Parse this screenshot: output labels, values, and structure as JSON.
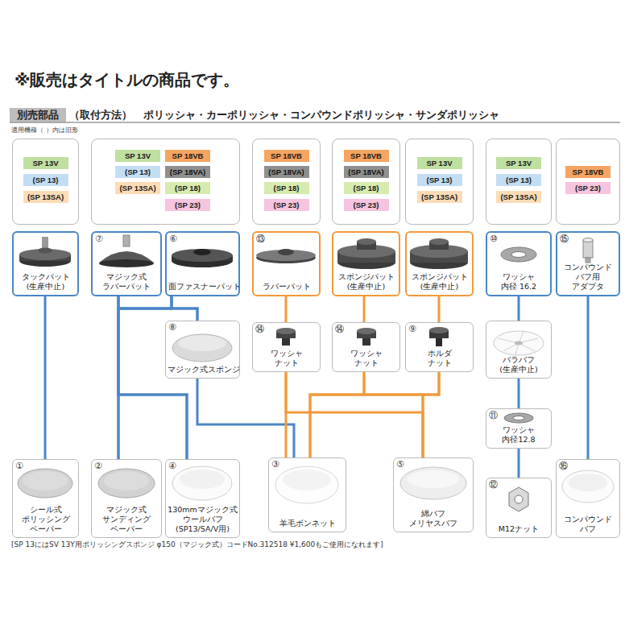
{
  "diagram": {
    "nodes": [
      {
        "text": [
          "別売部品"
        ]
      },
      {
        "text": [
          "SP 13V",
          "(SP 13)",
          "(SP 13SA)"
        ]
      },
      {
        "text": [
          "SP 13V",
          "SP 18VB",
          "(SP 13)",
          "(SP 18VA)",
          "(SP 13SA)",
          "(SP 18)",
          "(SP 23)"
        ]
      },
      {
        "text": [
          "SP 18VB",
          "(SP 18VA)",
          "(SP 18)",
          "(SP 23)"
        ]
      },
      {
        "text": [
          "SP 18VB",
          "(SP 18VA)",
          "(SP 18)",
          "(SP 23)"
        ]
      },
      {
        "text": [
          "SP 13V",
          "(SP 13)",
          "(SP 13SA)"
        ]
      },
      {
        "text": [
          "SP 13V",
          "(SP 13)",
          "(SP 13SA)"
        ]
      },
      {
        "text": [
          "SP 18VB",
          "(SP 23)"
        ]
      },
      {
        "text": [
          "タックパット (生産中止)"
        ]
      },
      {
        "text": [
          "⑦",
          "マジック式 ラバーパット"
        ]
      },
      {
        "text": [
          "⑥",
          "面ファスナーパット"
        ]
      },
      {
        "text": [
          "⑬",
          "ラバーパット"
        ]
      },
      {
        "text": [
          "スポンジパット (生産中止)"
        ]
      },
      {
        "text": [
          "スポンジパット (生産中止)"
        ]
      },
      {
        "text": [
          "⑩",
          "ワッシャ 内径 16.2"
        ]
      },
      {
        "text": [
          "⑮",
          "コンパウンド バフ用 アダプタ"
        ]
      },
      {
        "text": [
          "⑧",
          "マジック式スポンジ"
        ]
      },
      {
        "text": [
          "⑭",
          "ワッシャ ナット"
        ]
      },
      {
        "text": [
          "⑭",
          "ワッシャ ナット"
        ]
      },
      {
        "text": [
          "⑨",
          "ホルダ ナット"
        ]
      },
      {
        "text": [
          "バラバフ (生産中止)"
        ]
      },
      {
        "text": [
          "⑪",
          "ワッシャ 内径12.8"
        ]
      },
      {
        "text": [
          "①",
          "シール式 ポリッシング ペーパー"
        ]
      },
      {
        "text": [
          "②",
          "マジック式 サンディング ペーパー"
        ]
      },
      {
        "text": [
          "④",
          "130mmマジック式 ウールバフ (SP13/SA/V用)"
        ]
      },
      {
        "text": [
          "③",
          "羊毛ボンネット"
        ]
      },
      {
        "text": [
          "⑤",
          "綿バフ メリヤスバフ"
        ]
      },
      {
        "text": [
          "⑫",
          "M12ナット"
        ]
      },
      {
        "text": [
          "⑯",
          "コンパウンド バフ"
        ]
      }
    ],
    "edges": [
      {
        "from": 8,
        "to": 22,
        "arrow": "none"
      },
      {
        "from": 9,
        "to": 23,
        "arrow": "none"
      },
      {
        "from": 9,
        "to": 16,
        "arrow": "none"
      },
      {
        "from": 9,
        "to": 24,
        "arrow": "none"
      },
      {
        "from": 10,
        "to": 23,
        "arrow": "none"
      },
      {
        "from": 10,
        "to": 16,
        "arrow": "none"
      },
      {
        "from": 10,
        "to": 24,
        "arrow": "none"
      },
      {
        "from": 16,
        "to": 25,
        "arrow": "none"
      },
      {
        "from": 11,
        "to": 17,
        "arrow": "none"
      },
      {
        "from": 17,
        "to": 25,
        "arrow": "none"
      },
      {
        "from": 17,
        "to": 26,
        "arrow": "none"
      },
      {
        "from": 12,
        "to": 18,
        "arrow": "none"
      },
      {
        "from": 18,
        "to": 25,
        "arrow": "none"
      },
      {
        "from": 18,
        "to": 26,
        "arrow": "none"
      },
      {
        "from": 13,
        "to": 19,
        "arrow": "none"
      },
      {
        "from": 19,
        "to": 25,
        "arrow": "none"
      },
      {
        "from": 19,
        "to": 26,
        "arrow": "none"
      },
      {
        "from": 14,
        "to": 20,
        "arrow": "none"
      },
      {
        "from": 20,
        "to": 21,
        "arrow": "none"
      },
      {
        "from": 21,
        "to": 27,
        "arrow": "none"
      },
      {
        "from": 15,
        "to": 28,
        "arrow": "none"
      }
    ],
    "labels": [
      "※販売はタイトルの商品です。",
      "（取付方法）",
      "ポリッシャ・カーポリッシャ・コンパウンドポリッシャ・サンダポリッシャ",
      "適用機種（ ）内は旧形",
      "[SP 13にはSV 13Y用ポリッシングスポンジ φ150（マジック式）コードNo.312518 ¥1,600もご使用になれます]"
    ]
  }
}
